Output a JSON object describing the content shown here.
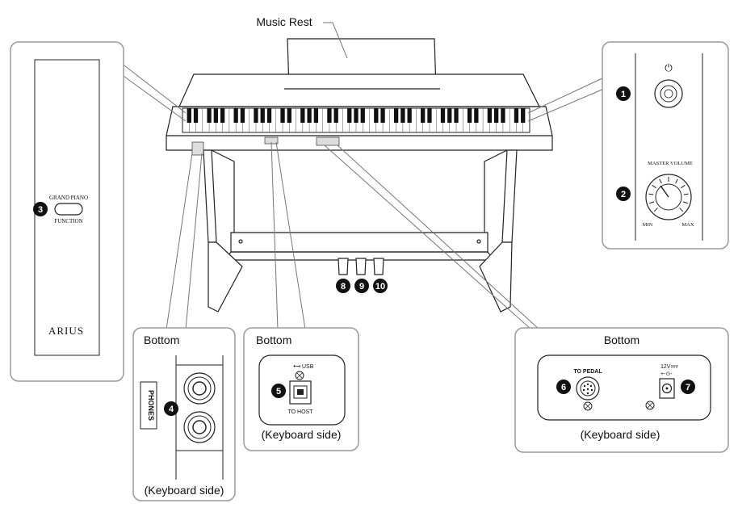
{
  "labels": {
    "music_rest": "Music Rest",
    "grand_piano": "GRAND PIANO",
    "function": "FUNCTION",
    "brand": "ARIUS",
    "master_volume": "MASTER VOLUME",
    "min": "MIN",
    "max": "MAX",
    "power_symbol": "⏻",
    "bottom_left": "Bottom",
    "bottom_mid": "Bottom",
    "bottom_right": "Bottom",
    "phones": "PHONES",
    "usb": "USB",
    "usb_symbol": "•⊸",
    "to_host": "TO HOST",
    "to_pedal": "TO PEDAL",
    "power_12v": "12V",
    "polarity": "+-⊙-",
    "keyboard_side_left": "(Keyboard side)",
    "keyboard_side_mid": "(Keyboard side)",
    "keyboard_side_right": "(Keyboard side)"
  },
  "callouts": [
    "1",
    "2",
    "3",
    "4",
    "5",
    "6",
    "7",
    "8",
    "9",
    "10"
  ],
  "colors": {
    "line": "#222222",
    "callout_frame": "#9a9a9a",
    "badge": "#111111"
  }
}
